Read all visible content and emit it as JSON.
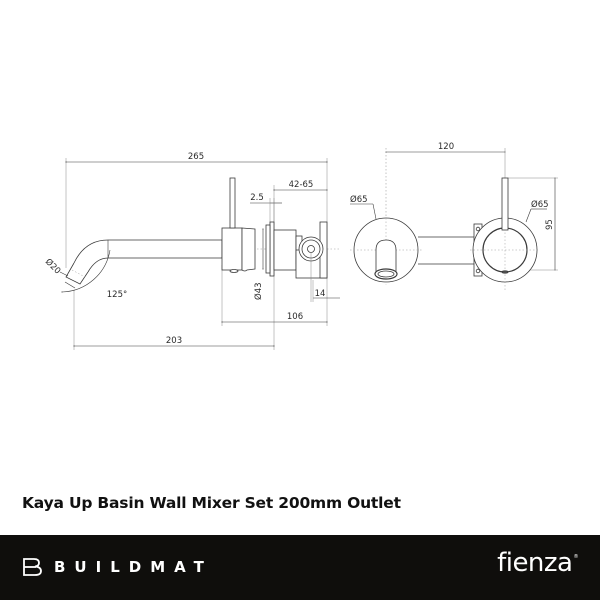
{
  "product": {
    "title": "Kaya Up Basin Wall Mixer Set 200mm Outlet"
  },
  "side_view": {
    "dimensions": {
      "overall_length": "265",
      "wall_depth_range": "42-65",
      "plate_thickness": "2.5",
      "body_diameter": "Ø43",
      "outlet_diameter": "Ø20",
      "outlet_angle": "125°",
      "body_to_wall": "106",
      "spout_reach": "203",
      "valve_offset": "14"
    }
  },
  "front_view": {
    "dimensions": {
      "centre_spacing": "120",
      "spout_plate_diameter": "Ø65",
      "mixer_plate_diameter": "Ø65",
      "handle_height": "95"
    }
  },
  "footer": {
    "left_brand": "BUILDMAT",
    "right_brand": "fienza",
    "right_brand_mark": "®",
    "background_color": "#0f0e0c",
    "text_color": "#ffffff"
  }
}
